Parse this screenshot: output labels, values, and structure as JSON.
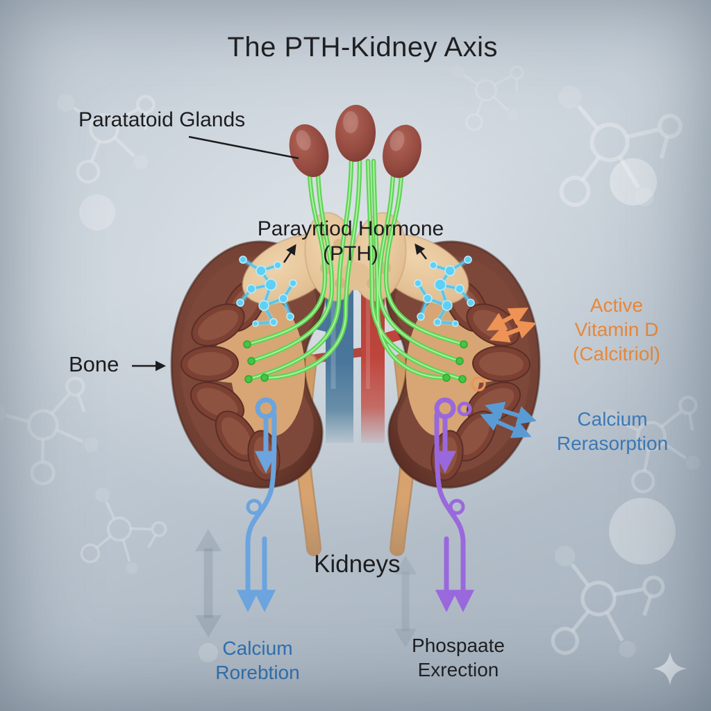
{
  "title": "The PTH-Kidney Axis",
  "labels": {
    "parathyroid_glands": "Paratatoid Glands",
    "pth": "Parayrtiod Hormone\n(PTH)",
    "bone": "Bone",
    "active_vitamin_d": "Active Vitamin D\n(Calcitriol)",
    "calcium_reabsorption": "Calcium\nRerasorption",
    "kidneys": "Kidneys",
    "calcium_excretion": "Calcium\nRorebtion",
    "phosphate_excretion": "Phospaate\nExrection"
  },
  "colors": {
    "background_top": "#c9d2da",
    "background_edge": "#a5b1bd",
    "text_dark": "#1d1d1f",
    "orange_accent": "#e8883a",
    "blue_accent": "#3b79b7",
    "flow_blue": "#6ba4de",
    "flow_purple": "#9a68dd",
    "hormone_green": "#5fd457",
    "molecule_cyan": "#55c8f0",
    "kidney_brown": "#6b4034",
    "gland_red": "#94493f",
    "vein_blue": "#4a769c",
    "artery_red": "#bf453c",
    "ureter_tan": "#d8a36f"
  },
  "icons": {
    "sparkle": "four-pointed-star"
  }
}
